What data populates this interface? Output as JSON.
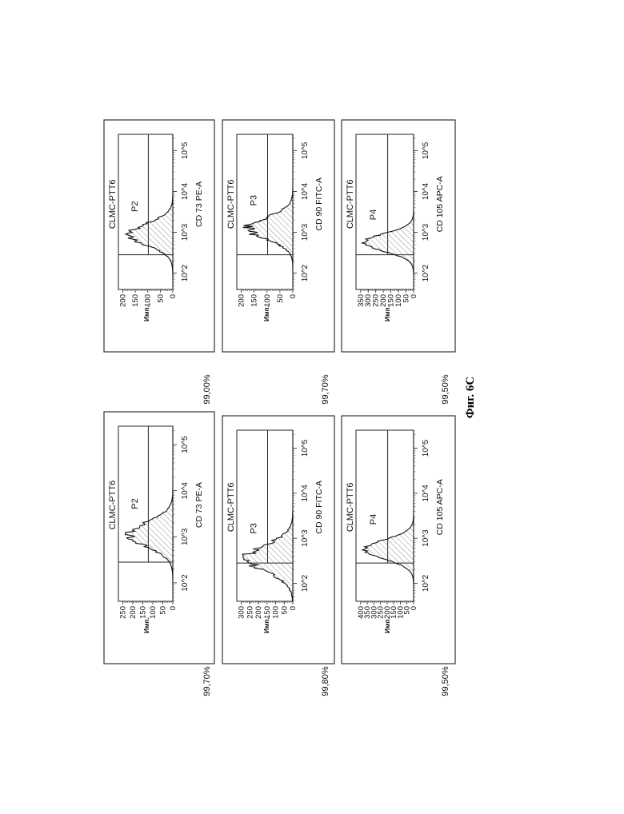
{
  "figure_caption": "Фиг. 6С",
  "chart_data": [
    {
      "id": "p1",
      "type": "histogram",
      "title": "CLMC-PTT6",
      "gate": "P2",
      "xlabel": "CD 73 PE-A",
      "ylabel": "Имп.",
      "yticks": [
        "0",
        "50",
        "100",
        "150",
        "200",
        "250"
      ],
      "xticks": [
        "10^2",
        "10^3",
        "10^4",
        "10^5"
      ],
      "percent": "99,70%",
      "peak_log": 3.05,
      "peak_count": 215,
      "spread": 0.38,
      "noise": "medium",
      "scale": "log"
    },
    {
      "id": "p2",
      "type": "histogram",
      "title": "CLMC-PTT6",
      "gate": "P3",
      "xlabel": "CD 90 FITC-A",
      "ylabel": "Имп.",
      "yticks": [
        "0",
        "50",
        "100",
        "150",
        "200",
        "250",
        "300"
      ],
      "xticks": [
        "10^2",
        "10^3",
        "10^4",
        "10^5"
      ],
      "percent": "99,80%",
      "peak_log": 2.55,
      "peak_count": 265,
      "spread": 0.42,
      "noise": "high",
      "scale": "log"
    },
    {
      "id": "p3",
      "type": "histogram",
      "title": "CLMC-PTT6",
      "gate": "P4",
      "xlabel": "CD 105 APC-A",
      "ylabel": "Имп.",
      "yticks": [
        "0",
        "50",
        "100",
        "150",
        "200",
        "250",
        "300",
        "350",
        "400"
      ],
      "xticks": [
        "10^2",
        "10^3",
        "10^4",
        "10^5"
      ],
      "percent": "99,50%",
      "peak_log": 2.75,
      "peak_count": 370,
      "spread": 0.3,
      "noise": "low",
      "scale": "log"
    },
    {
      "id": "p4",
      "type": "histogram",
      "title": "CLMC-PTT6",
      "gate": "P2",
      "xlabel": "CD 73 PE-A",
      "ylabel": "Имп.",
      "yticks": [
        "0",
        "50",
        "100",
        "150",
        "200"
      ],
      "xticks": [
        "10^2",
        "10^3",
        "10^4",
        "10^5"
      ],
      "percent": "99,00%",
      "peak_log": 2.95,
      "peak_count": 170,
      "spread": 0.38,
      "noise": "medium",
      "scale": "log"
    },
    {
      "id": "p5",
      "type": "histogram",
      "title": "CLMC-PTT6",
      "gate": "P3",
      "xlabel": "CD 90 FITC-A",
      "ylabel": "Имп.",
      "yticks": [
        "0",
        "50",
        "100",
        "150",
        "200"
      ],
      "xticks": [
        "10^2",
        "10^3",
        "10^4",
        "10^5"
      ],
      "percent": "99,70%",
      "peak_log": 3.1,
      "peak_count": 170,
      "spread": 0.38,
      "noise": "high",
      "scale": "log"
    },
    {
      "id": "p6",
      "type": "histogram",
      "title": "CLMC-PTT6",
      "gate": "P4",
      "xlabel": "CD 105 APC-A",
      "ylabel": "Имп.",
      "yticks": [
        "0",
        "50",
        "100",
        "150",
        "200",
        "250",
        "300",
        "350"
      ],
      "xticks": [
        "10^2",
        "10^3",
        "10^4",
        "10^5"
      ],
      "percent": "99,50%",
      "peak_log": 2.75,
      "peak_count": 330,
      "spread": 0.3,
      "noise": "low",
      "scale": "log"
    }
  ]
}
